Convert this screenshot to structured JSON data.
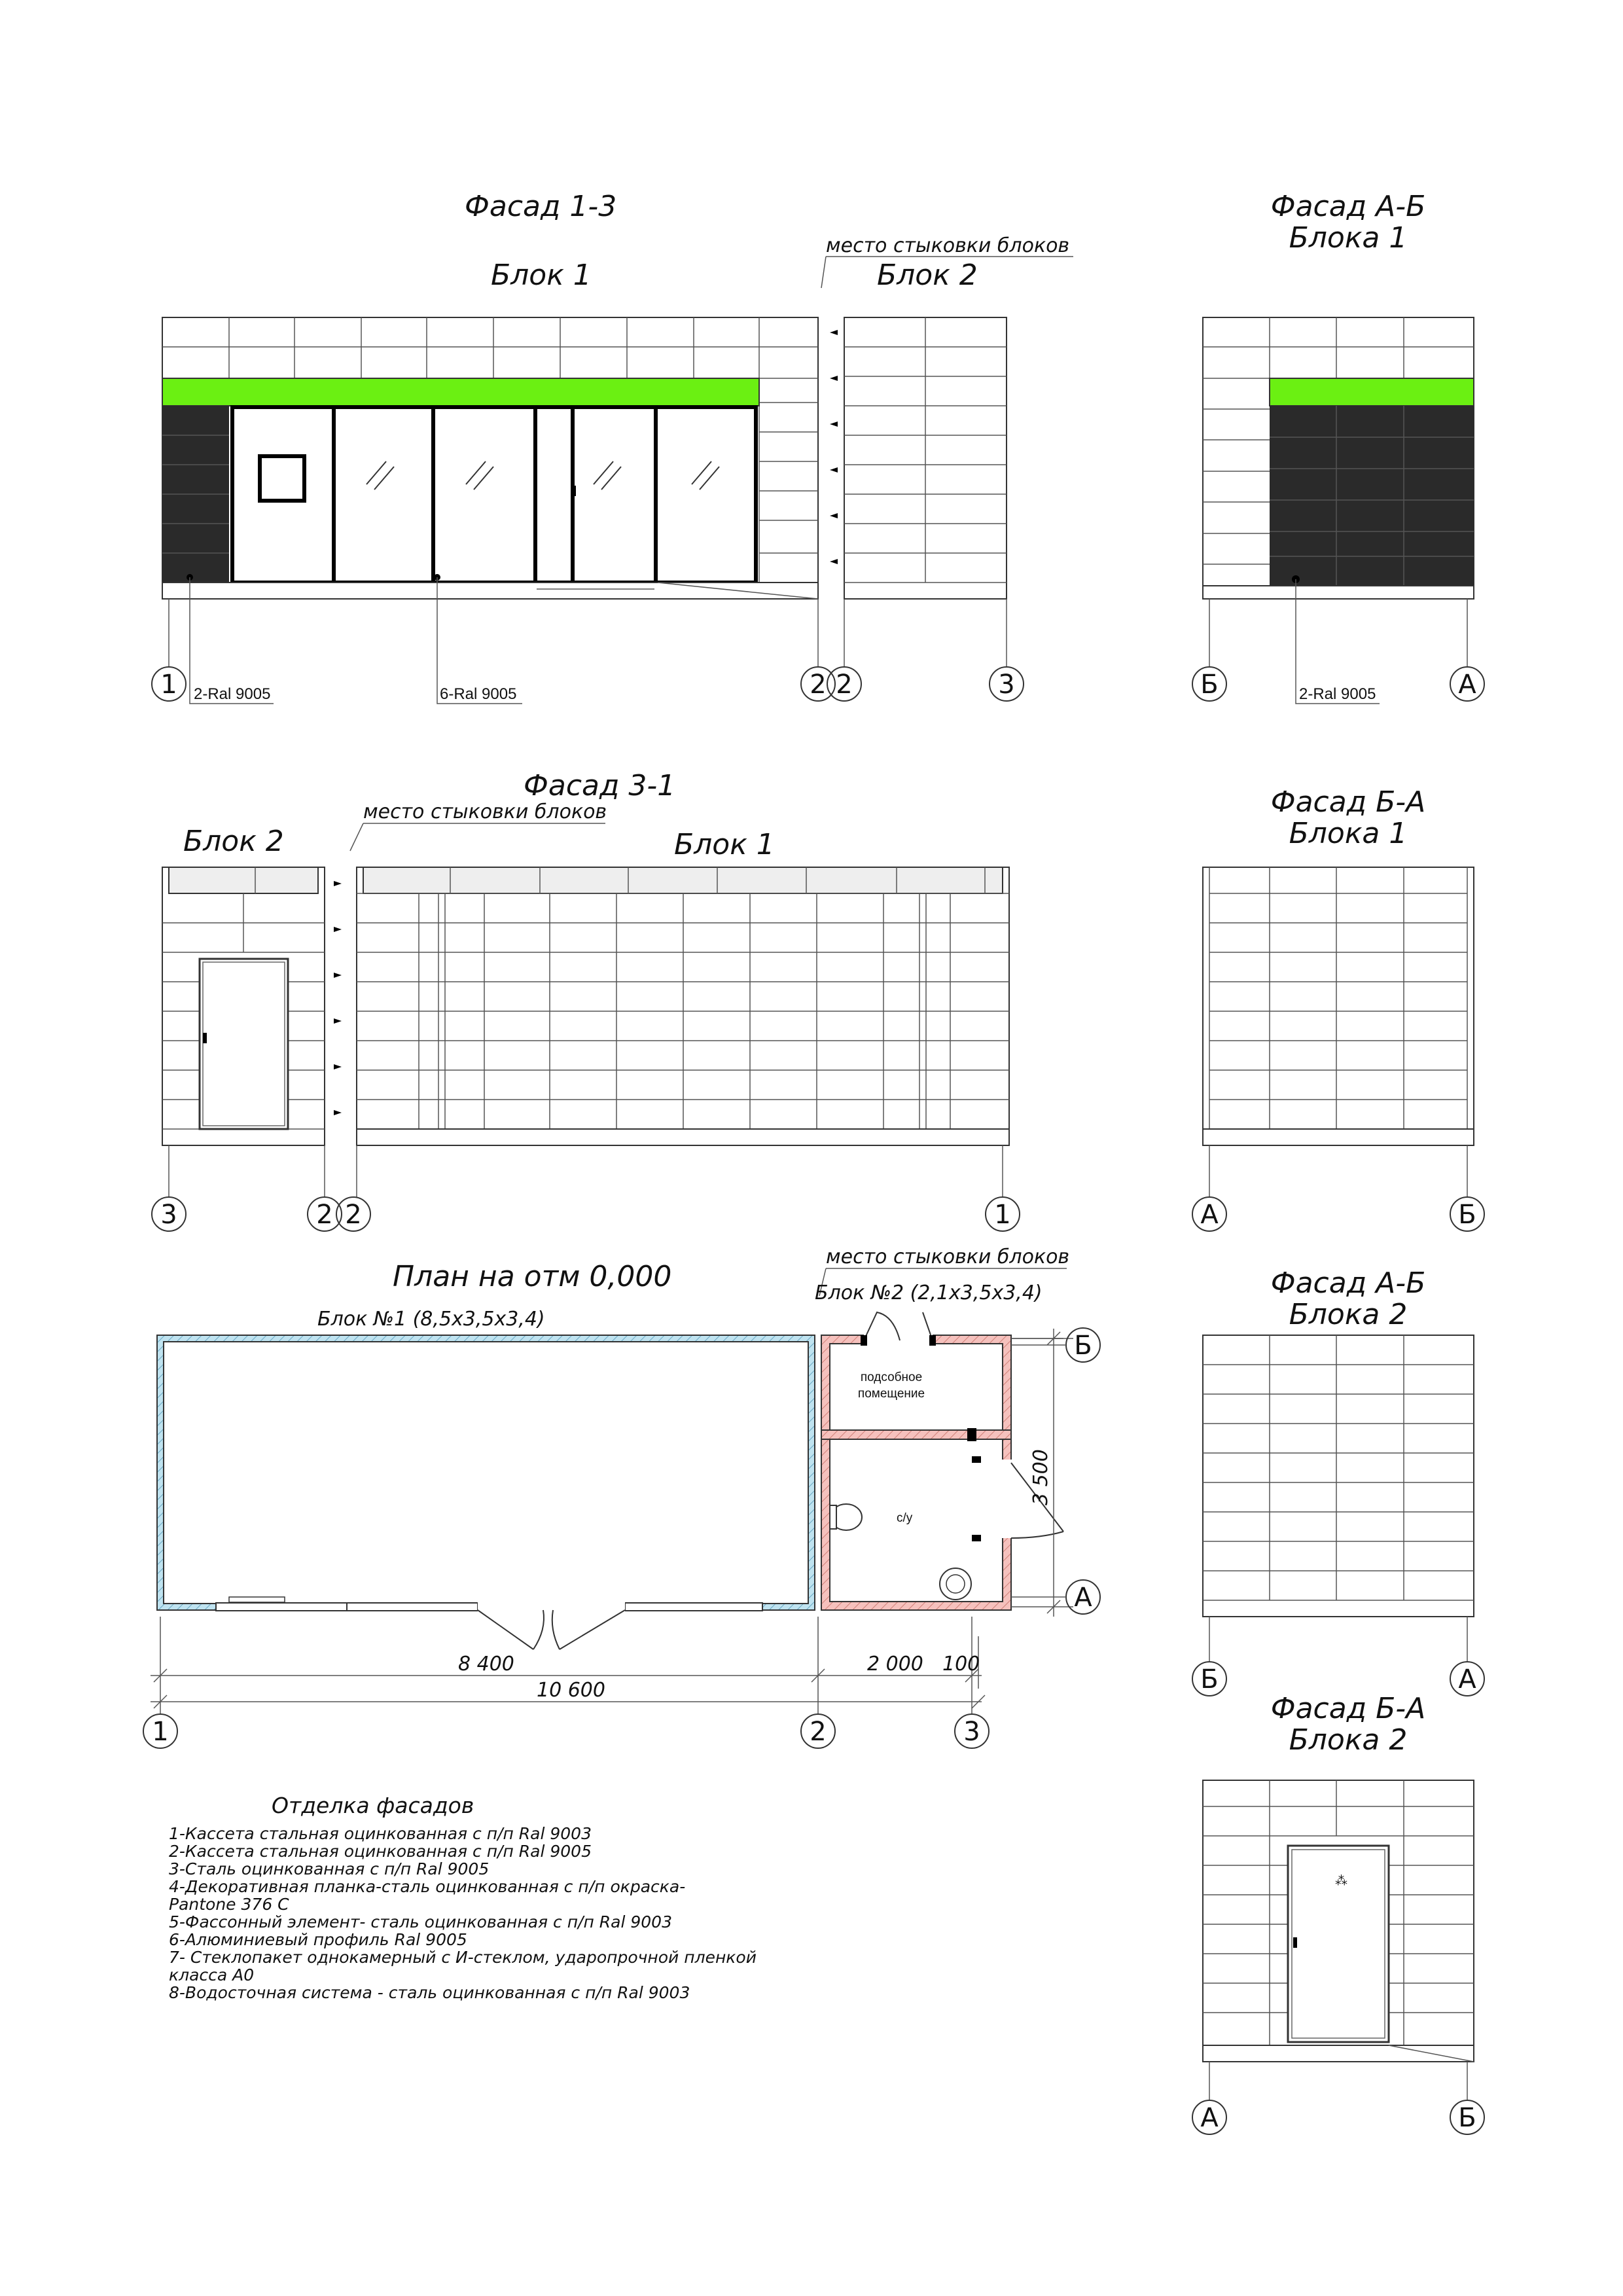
{
  "colors": {
    "accent_green": "#6BF012",
    "dark_panel": "#2A2A2A",
    "block1_wall": "#BFE3F0",
    "block2_wall": "#F5C1BD",
    "line": "#333333"
  },
  "facade_1_3": {
    "title": "Фасад 1-3",
    "block1": "Блок 1",
    "block2": "Блок 2",
    "joint": "место стыковки блоков",
    "callout_left": "2-Ral 9005",
    "callout_mid": "6-Ral 9005",
    "axes": [
      "1",
      "2",
      "2",
      "3"
    ]
  },
  "facade_ab_1": {
    "title_line1": "Фасад А-Б",
    "title_line2": "Блока 1",
    "callout": "2-Ral 9005",
    "axes": [
      "Б",
      "А"
    ]
  },
  "facade_3_1": {
    "title": "Фасад 3-1",
    "block2": "Блок 2",
    "block1": "Блок 1",
    "joint": "место стыковки блоков",
    "axes": [
      "3",
      "2",
      "2",
      "1"
    ]
  },
  "facade_ba_1": {
    "title_line1": "Фасад Б-А",
    "title_line2": "Блока 1",
    "axes": [
      "А",
      "Б"
    ]
  },
  "plan": {
    "title": "План на отм 0,000",
    "joint": "место стыковки блоков",
    "block1": "Блок №1 (8,5х3,5х3,4)",
    "block2": "Блок №2 (2,1х3,5х3,4)",
    "room_aux_line1": "подсобное",
    "room_aux_line2": "помещение",
    "room_wc": "с/у",
    "dim_block1": "8 400",
    "dim_total": "10 600",
    "dim_block2": "2 000",
    "dim_tail": "100",
    "dim_depth": "3 500",
    "axes_horizontal": [
      "1",
      "2",
      "3"
    ],
    "axes_vertical": [
      "Б",
      "А"
    ]
  },
  "facade_ab_2": {
    "title_line1": "Фасад А-Б",
    "title_line2": "Блока 2",
    "axes": [
      "Б",
      "А"
    ]
  },
  "facade_ba_2": {
    "title_line1": "Фасад Б-А",
    "title_line2": "Блока 2",
    "axes": [
      "А",
      "Б"
    ]
  },
  "legend": {
    "title": "Отделка фасадов",
    "lines": [
      "1-Кассета стальная оцинкованная с п/п  Ral 9003",
      "2-Кассета стальная оцинкованная с п/п  Ral 9005",
      "3-Сталь оцинкованная с п/п Ral 9005",
      "4-Декоративная планка-сталь оцинкованная с п/п окраска-",
      "Pantone 376 C",
      "5-Фассонный элемент- сталь оцинкованная с п/п Ral 9003",
      "6-Алюминиевый профиль Ral 9005",
      "7- Стеклопакет однокамерный с И-стеклом, ударопрочной пленкой",
      "класса А0",
      "8-Водосточная система - сталь оцинкованная с п/п Ral 9003"
    ]
  }
}
